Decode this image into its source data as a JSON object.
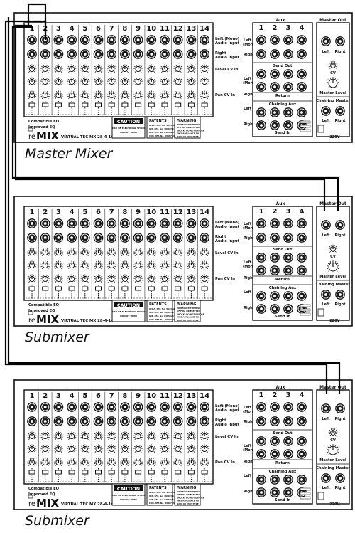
{
  "mixers": [
    {
      "caption": "Master Mixer",
      "input_jacks_patched": true,
      "output_jacks_patched": false
    },
    {
      "caption": "Submixer",
      "input_jacks_patched": false,
      "output_jacks_patched": true
    },
    {
      "caption": "Submixer",
      "input_jacks_patched": false,
      "output_jacks_patched": true
    }
  ],
  "channel_numbers": [
    "1",
    "2",
    "3",
    "4",
    "5",
    "6",
    "7",
    "8",
    "9",
    "10",
    "11",
    "12",
    "13",
    "14"
  ],
  "row_labels": {
    "audio_left": [
      "Left (Mono)",
      "Audio Input"
    ],
    "audio_right": [
      "Right",
      "Audio Input"
    ],
    "level_cv": "Level CV In",
    "pan_cv": "Pan CV In",
    "level_left": [
      "Left",
      "(Mono)"
    ],
    "level_right": "Right",
    "pan_left": [
      "Left",
      "(Mono)"
    ],
    "pan_right": "Right"
  },
  "aux": {
    "header": "Aux",
    "numbers": [
      "1",
      "2",
      "3",
      "4"
    ],
    "send_out": "Send Out",
    "return": "Return",
    "chaining_aux": "Chaining Aux",
    "send_in": "Send In"
  },
  "master": {
    "header": "Master Out",
    "left": "Left",
    "right": "Right",
    "cv": "CV",
    "master_level": "Master Level",
    "chaining_master": "Chaining Master"
  },
  "eq_labels": [
    "Compatible EQ",
    "Improved EQ"
  ],
  "brand": {
    "prefix": "re",
    "main": "MIX",
    "model": "VIRTUAL TEC MX 28-4-14"
  },
  "caution": {
    "title": "CAUTION",
    "lines": [
      "RISK OF ELECTRICAL SHOCK",
      "DO NOT OPEN"
    ]
  },
  "patents": {
    "title": "PATENTS",
    "lines": [
      "U.S.A. PAT. No. 5223422",
      "U.K. PAT. No. 1890234",
      "G.B. PAT. No. 8465323",
      "CAN. PAT. No. 8948711"
    ]
  },
  "warning": {
    "title": "WARNING",
    "lines": [
      "TO REDUCE THE RISK",
      "OF FIRE OR ELECTRIC",
      "SHOCK, DO NOT EXPOSE",
      "THIS APPLIANCE TO",
      "RAIN OR MOISTURE"
    ]
  },
  "power": {
    "voltage": "~220V"
  },
  "colors": {
    "ink": "#111111",
    "panel": "#ffffff",
    "jack": "#1a1a1a",
    "cable": "#000000"
  }
}
